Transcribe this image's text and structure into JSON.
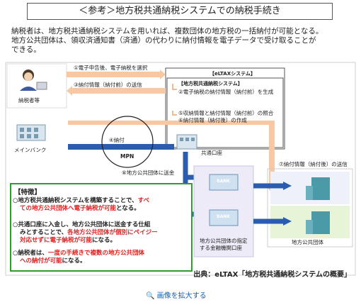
{
  "title": "＜参考＞地方税共通納税システムでの納税手続き",
  "intro": [
    "納税者は、地方税共通納税システムを用いれば、複数団体の地方税の一括納付が可能となる。",
    "地方公共団体は、領収済通知書（済通）の代わりに納付情報を電子データで受け取ることが",
    "できる。"
  ],
  "nodes": {
    "taxpayer": "納税者等",
    "main_bank": "メインバンク",
    "mpn": "MPN",
    "eltax": "【eLTAXシステム】",
    "common_system": "【地方税共通納税システム】",
    "common_account": "共通口座",
    "designated_bank_1": "地方公共団体の指定",
    "designated_bank_2": "する金融機関口座",
    "local_gov": "地方公共団体",
    "bank_sign": "BANK"
  },
  "flows": {
    "f1": "①電子申告後、電子納税を選択",
    "f2": "②電子納税の納付情報（納付前）を生成",
    "f3": "③納付情報（納付前）の送信",
    "f4": "④納付",
    "f5": "⑤収納情報と納付情報（納付前）の照合",
    "f6": "⑥納付情報（納付後）の作成",
    "f7": "⑦納付情報（納付後）の送信",
    "f8": "⑧地方公共団体に送金"
  },
  "features": {
    "title": "【特徴】",
    "items": [
      {
        "bullet": "○",
        "lines": [
          [
            {
              "t": "地方税共通納税システムを構築することで、"
            },
            {
              "t": "すべ",
              "red": true
            }
          ],
          [
            {
              "t": "ての地方公共団体へ電子納税が可能",
              "red": true
            },
            {
              "t": "となる。"
            }
          ]
        ]
      },
      {
        "bullet": "○",
        "lines": [
          [
            {
              "t": "共通口座に入金し、地方公共団体に送金する仕組"
            }
          ],
          [
            {
              "t": "みとすることで、"
            },
            {
              "t": "各地方公共団体が個別にペイジー",
              "red": true
            }
          ],
          [
            {
              "t": "対応せずに電子納税が可能",
              "red": true
            },
            {
              "t": "になる。"
            }
          ]
        ]
      },
      {
        "bullet": "○",
        "lines": [
          [
            {
              "t": "納税者は、"
            },
            {
              "t": "一度の手続きで複数の地方公共団体",
              "red": true
            }
          ],
          [
            {
              "t": "への納付が可能",
              "red": true
            },
            {
              "t": "になる。"
            }
          ]
        ]
      }
    ]
  },
  "source": "出典：eLTAX「地方税共通納税システムの概要」",
  "enlarge_link": "画像を拡大する",
  "colors": {
    "orange": "#f5b98a",
    "blue": "#2a5db0",
    "green": "#2e9e2e",
    "red": "#e02020",
    "lavender": "#ecebf7",
    "light_green": "#e8f4d8"
  }
}
